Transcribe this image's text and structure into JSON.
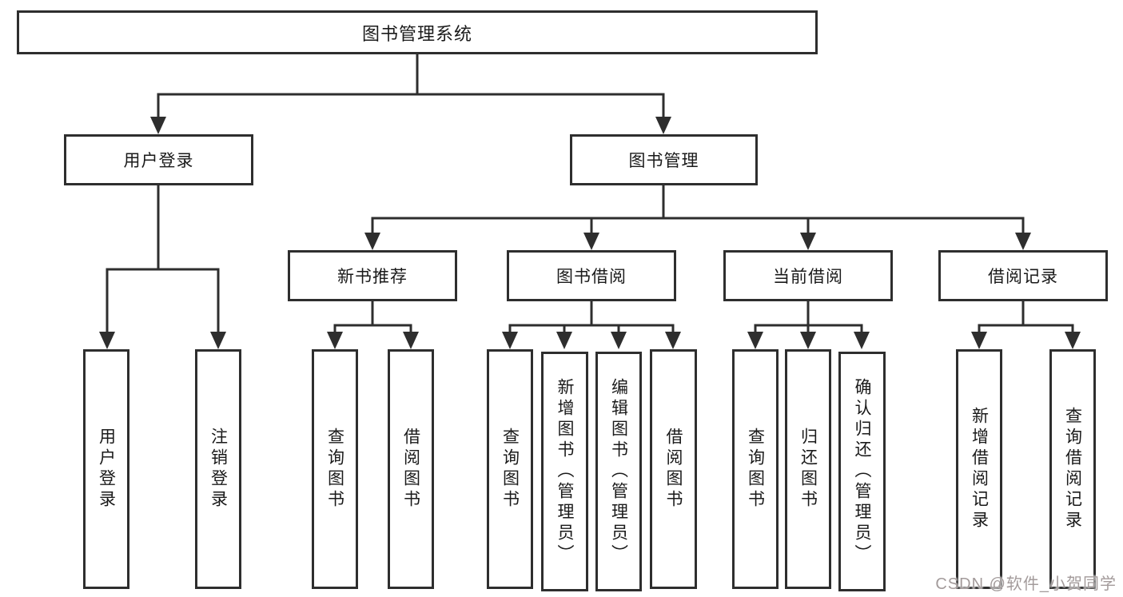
{
  "colors": {
    "line": "#2e2e2e",
    "box_border": "#2e2e2e",
    "box_fill": "#ffffff",
    "text": "#1a1a1a",
    "watermark": "#a39b9b",
    "background": "#ffffff"
  },
  "watermark": {
    "text": "CSDN @软件_小贺同学"
  },
  "tree": {
    "root": {
      "label": "图书管理系统"
    },
    "branches": [
      {
        "label": "用户登录",
        "children": [
          {
            "label": "用户登录"
          },
          {
            "label": "注销登录"
          }
        ]
      },
      {
        "label": "图书管理",
        "children": [
          {
            "label": "新书推荐",
            "children": [
              {
                "label": "查询图书"
              },
              {
                "label": "借阅图书"
              }
            ]
          },
          {
            "label": "图书借阅",
            "children": [
              {
                "label": "查询图书"
              },
              {
                "label": "新增图书（管理员）"
              },
              {
                "label": "编辑图书（管理员）"
              },
              {
                "label": "借阅图书"
              }
            ]
          },
          {
            "label": "当前借阅",
            "children": [
              {
                "label": "查询图书"
              },
              {
                "label": "归还图书"
              },
              {
                "label": "确认归还（管理员）"
              }
            ]
          },
          {
            "label": "借阅记录",
            "children": [
              {
                "label": "新增借阅记录"
              },
              {
                "label": "查询借阅记录"
              }
            ]
          }
        ]
      }
    ]
  }
}
